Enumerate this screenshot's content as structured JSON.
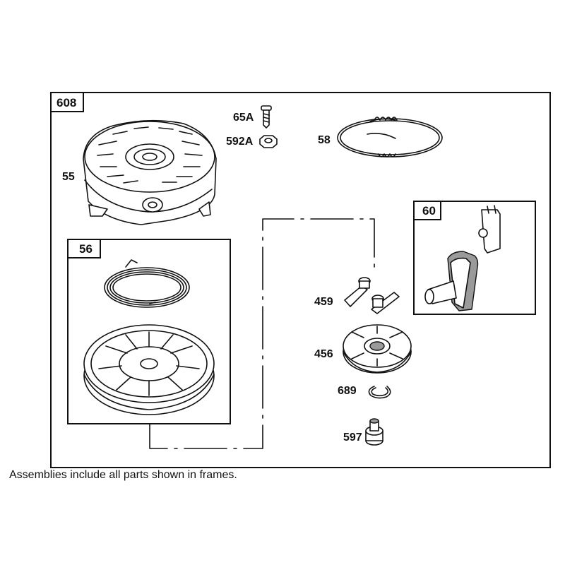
{
  "assembly_frames": {
    "main": "608",
    "pulley": "56",
    "handle": "60"
  },
  "parts": {
    "p55": "55",
    "p65a": "65A",
    "p592a": "592A",
    "p58": "58",
    "p459": "459",
    "p456": "456",
    "p689": "689",
    "p597": "597"
  },
  "footnote": "Assemblies include all parts shown in frames."
}
